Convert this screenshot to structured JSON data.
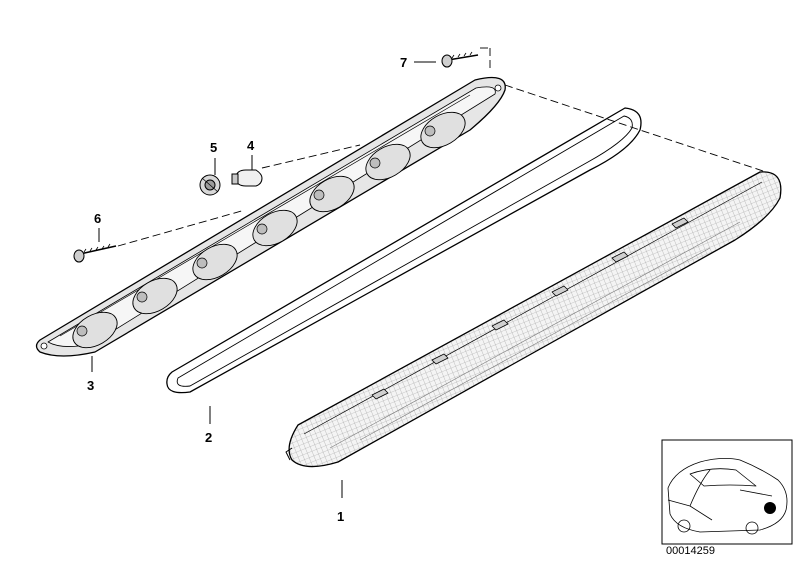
{
  "parts": [
    {
      "id": "p1",
      "label": "1",
      "part": "lens-cover"
    },
    {
      "id": "p2",
      "label": "2",
      "part": "gasket"
    },
    {
      "id": "p3",
      "label": "3",
      "part": "lamp-housing"
    },
    {
      "id": "p4",
      "label": "4",
      "part": "bulb"
    },
    {
      "id": "p5",
      "label": "5",
      "part": "bulb-socket"
    },
    {
      "id": "p6",
      "label": "6",
      "part": "screw"
    },
    {
      "id": "p7",
      "label": "7",
      "part": "screw"
    }
  ],
  "inset": {
    "code": "00014259",
    "icon": "car-location-icon"
  },
  "colors": {
    "line": "#000000",
    "background": "#ffffff",
    "fill_light": "#f2f2f2",
    "fill_mid": "#d9d9d9",
    "highlight": "#000000"
  }
}
